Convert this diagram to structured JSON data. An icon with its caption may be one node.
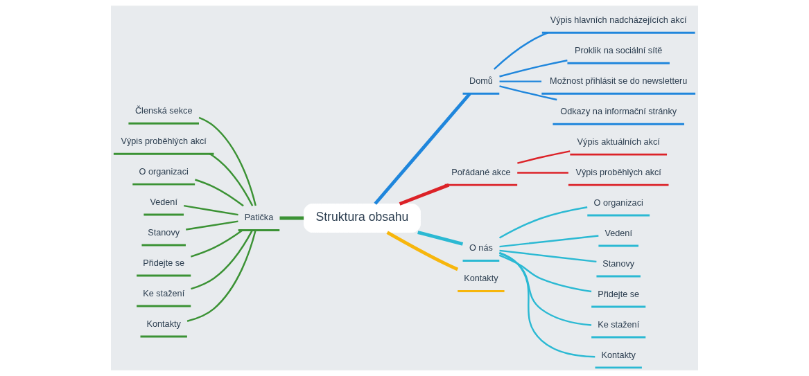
{
  "diagram": {
    "nodes": [
      {
        "text": [
          "Struktura obsahu"
        ]
      },
      {
        "text": [
          "Patička"
        ]
      },
      {
        "text": [
          "Členská sekce"
        ]
      },
      {
        "text": [
          "Výpis proběhlých akcí"
        ]
      },
      {
        "text": [
          "O organizaci"
        ]
      },
      {
        "text": [
          "Vedení"
        ]
      },
      {
        "text": [
          "Stanovy"
        ]
      },
      {
        "text": [
          "Přidejte se"
        ]
      },
      {
        "text": [
          "Ke stažení"
        ]
      },
      {
        "text": [
          "Kontakty"
        ]
      },
      {
        "text": [
          "Domů"
        ]
      },
      {
        "text": [
          "Výpis hlavních nadcházejících akcí"
        ]
      },
      {
        "text": [
          "Proklik na sociální sítě"
        ]
      },
      {
        "text": [
          "Možnost přihlásit se do newsletteru"
        ]
      },
      {
        "text": [
          "Odkazy na informační stránky"
        ]
      },
      {
        "text": [
          "Pořádané akce"
        ]
      },
      {
        "text": [
          "Výpis aktuálních akcí"
        ]
      },
      {
        "text": [
          "Výpis proběhlých akcí"
        ]
      },
      {
        "text": [
          "O nás"
        ]
      },
      {
        "text": [
          "O organizaci"
        ]
      },
      {
        "text": [
          "Vedení"
        ]
      },
      {
        "text": [
          "Stanovy"
        ]
      },
      {
        "text": [
          "Přidejte se"
        ]
      },
      {
        "text": [
          "Ke stažení"
        ]
      },
      {
        "text": [
          "Kontakty"
        ]
      },
      {
        "text": [
          "Kontakty"
        ]
      }
    ],
    "edges": [
      {
        "from": 1,
        "to": 0,
        "arrow": "none",
        "style": "thick"
      },
      {
        "from": 2,
        "to": 1,
        "arrow": "none"
      },
      {
        "from": 3,
        "to": 1,
        "arrow": "none"
      },
      {
        "from": 4,
        "to": 1,
        "arrow": "none"
      },
      {
        "from": 5,
        "to": 1,
        "arrow": "none"
      },
      {
        "from": 6,
        "to": 1,
        "arrow": "none"
      },
      {
        "from": 7,
        "to": 1,
        "arrow": "none"
      },
      {
        "from": 8,
        "to": 1,
        "arrow": "none"
      },
      {
        "from": 9,
        "to": 1,
        "arrow": "none"
      },
      {
        "from": 0,
        "to": 10,
        "arrow": "none",
        "style": "thick",
        "color": "#1f86dc"
      },
      {
        "from": 10,
        "to": 11,
        "arrow": "none",
        "color": "#1f86dc"
      },
      {
        "from": 10,
        "to": 12,
        "arrow": "none",
        "color": "#1f86dc"
      },
      {
        "from": 10,
        "to": 13,
        "arrow": "none",
        "color": "#1f86dc"
      },
      {
        "from": 10,
        "to": 14,
        "arrow": "none",
        "color": "#1f86dc"
      },
      {
        "from": 0,
        "to": 15,
        "arrow": "none",
        "style": "thick",
        "color": "#dc2228"
      },
      {
        "from": 15,
        "to": 16,
        "arrow": "none",
        "color": "#dc2228"
      },
      {
        "from": 15,
        "to": 17,
        "arrow": "none",
        "color": "#dc2228"
      },
      {
        "from": 0,
        "to": 18,
        "arrow": "none",
        "style": "thick",
        "color": "#2bb9d3"
      },
      {
        "from": 18,
        "to": 19,
        "arrow": "none",
        "color": "#2bb9d3"
      },
      {
        "from": 18,
        "to": 20,
        "arrow": "none",
        "color": "#2bb9d3"
      },
      {
        "from": 18,
        "to": 21,
        "arrow": "none",
        "color": "#2bb9d3"
      },
      {
        "from": 18,
        "to": 22,
        "arrow": "none",
        "color": "#2bb9d3"
      },
      {
        "from": 18,
        "to": 23,
        "arrow": "none",
        "color": "#2bb9d3"
      },
      {
        "from": 18,
        "to": 24,
        "arrow": "none",
        "color": "#2bb9d3"
      },
      {
        "from": 0,
        "to": 25,
        "arrow": "none",
        "style": "thick",
        "color": "#f7b60c"
      }
    ]
  }
}
